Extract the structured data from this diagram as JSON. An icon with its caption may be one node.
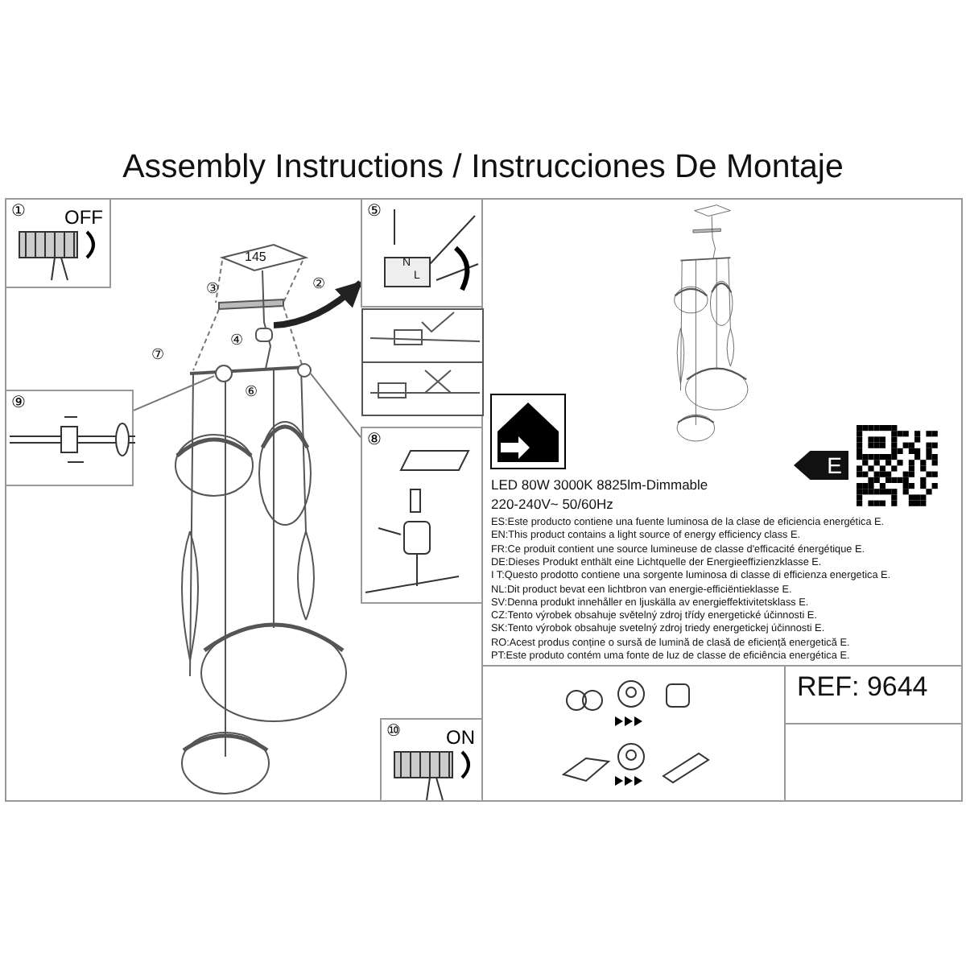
{
  "diagram": {
    "title": "Assembly Instructions / Instrucciones De Montaje",
    "nodes": [
      {
        "text": [
          "①",
          "OFF"
        ]
      },
      {
        "text": [
          "⑤"
        ]
      },
      {
        "text": [
          "⑨"
        ]
      },
      {
        "text": [
          "⑧"
        ]
      },
      {
        "text": [
          "⑩",
          "ON"
        ]
      },
      {
        "text": [],
        "shape": "box"
      },
      {
        "text": [],
        "shape": "circle"
      },
      {
        "text": [],
        "shape": "circle"
      }
    ],
    "edges": [
      {
        "from": 5,
        "to": 1,
        "arrow": "to",
        "style": "thick",
        "color": "#222222"
      },
      {
        "from": 2,
        "to": 6,
        "arrow": "none"
      },
      {
        "from": 3,
        "to": 7,
        "arrow": "none"
      }
    ],
    "labels": [
      "②",
      "145",
      "③",
      "④",
      "⑦",
      "⑥",
      "N",
      "L",
      "LED 80W 3000K 8825lm-Dimmable",
      "220-240V~ 50/60Hz",
      "ES:Este producto contiene una fuente luminosa de la clase de eficiencia energética E.",
      "EN:This product contains a light source of energy efficiency class E.",
      "FR:Ce produit contient une source lumineuse de classe d'efficacité énergétique E.",
      "DE:Dieses Produkt enthält eine Lichtquelle der Energieeffizienzklasse E.",
      "I T:Questo prodotto contiene una sorgente luminosa di classe di efficienza energetica E.",
      "NL:Dit product bevat een lichtbron van energie-efficiëntieklasse E.",
      "SV:Denna produkt innehåller en ljuskälla av energieffektivitetsklass E.",
      "CZ:Tento výrobek obsahuje světelný zdroj třídy energetické účinnosti E.",
      "SK:Tento výrobok obsahuje svetelný zdroj triedy energetickej účinnosti E.",
      "RO:Acest produs conține o sursă de lumină de clasă de eficiență energetică E.",
      "PT:Este produto contém uma fonte de luz de classe de eficiência energética E.",
      "E",
      "REF: 9644"
    ]
  }
}
